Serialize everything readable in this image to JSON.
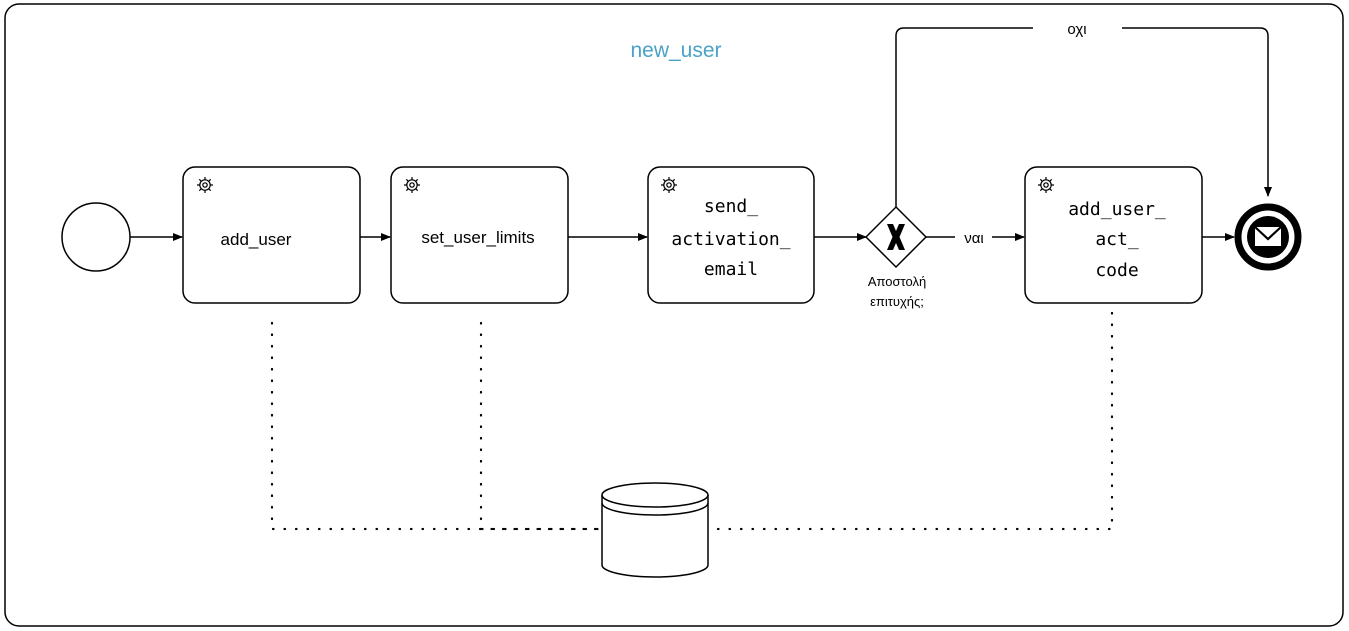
{
  "diagram": {
    "pool_title": "new_user",
    "title_color": "#4aa3c7",
    "tasks": [
      {
        "id": "add_user",
        "lines": [
          "add_user"
        ],
        "icon": "gear-icon"
      },
      {
        "id": "set_user_limits",
        "lines": [
          "set_user_limits"
        ],
        "icon": "gear-icon"
      },
      {
        "id": "send_activation_email",
        "lines": [
          "send_",
          "activation_",
          "email"
        ],
        "icon": "gear-icon"
      },
      {
        "id": "add_user_act_code",
        "lines": [
          "add_user_",
          "act_",
          "code"
        ],
        "icon": "gear-icon"
      }
    ],
    "gateway": {
      "type": "exclusive",
      "marker": "X",
      "label_lines": [
        "Αποστολή",
        "επιτυχής;"
      ]
    },
    "flows": {
      "yes_label": "ναι",
      "no_label": "οχι"
    },
    "start_event": {
      "type": "none"
    },
    "end_event": {
      "type": "message",
      "icon": "envelope-icon"
    },
    "data_store": {
      "icon": "database-icon"
    }
  }
}
